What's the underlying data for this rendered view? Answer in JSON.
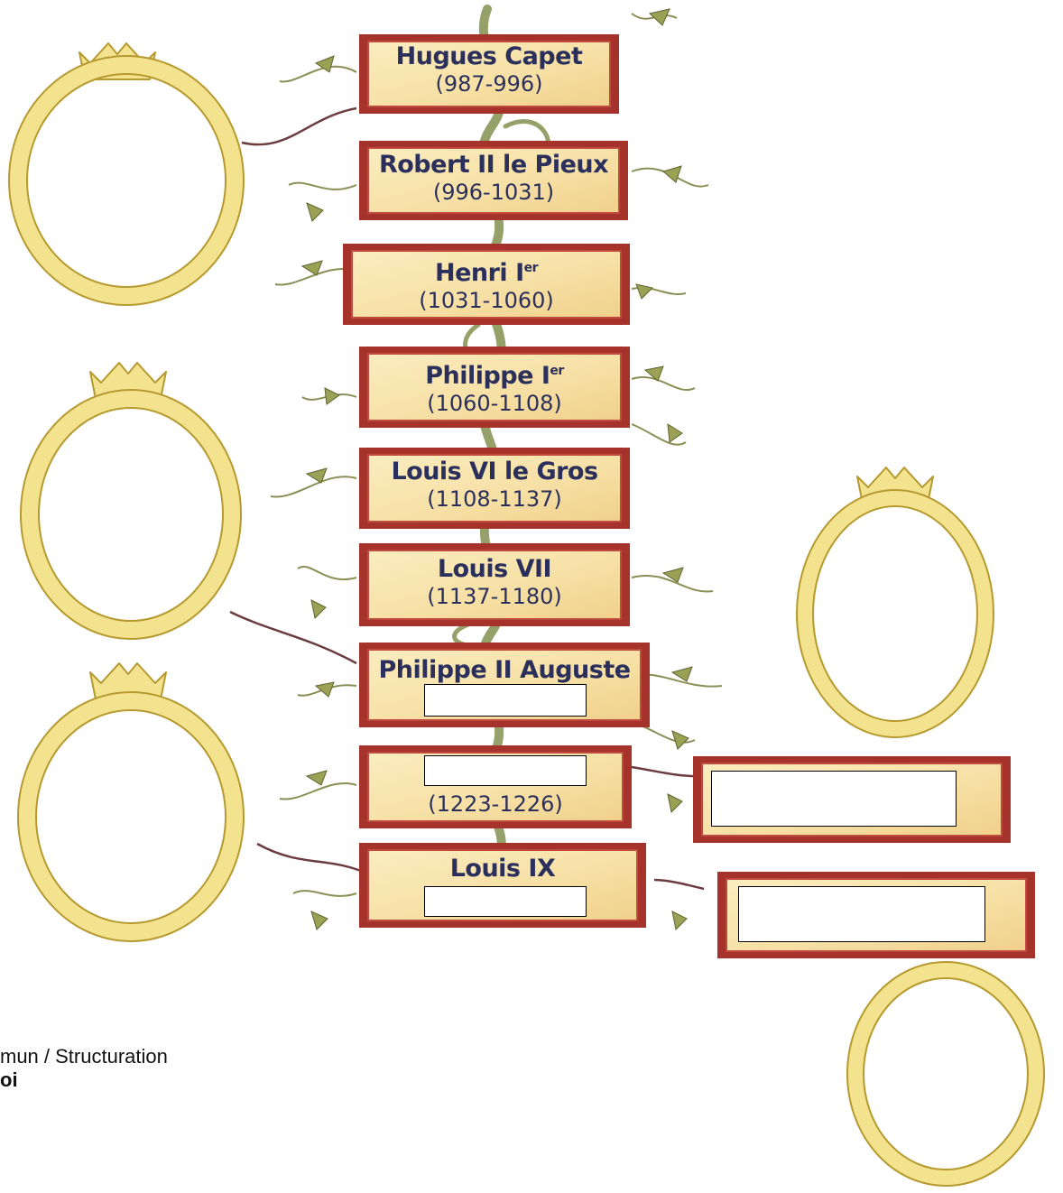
{
  "kings": [
    {
      "name": "Hugues Capet",
      "dates": "(987-996)"
    },
    {
      "name": "Robert II le Pieux",
      "dates": "(996-1031)"
    },
    {
      "name": "Henri I",
      "sup": "er",
      "dates": "(1031-1060)"
    },
    {
      "name": "Philippe I",
      "sup": "er",
      "dates": "(1060-1108)"
    },
    {
      "name": "Louis VI le Gros",
      "dates": "(1108-1137)"
    },
    {
      "name": "Louis VII",
      "dates": "(1137-1180)"
    },
    {
      "name": "Philippe II Auguste",
      "dates": ""
    },
    {
      "name": "",
      "dates": "(1223-1226)"
    },
    {
      "name": "Louis IX",
      "dates": ""
    }
  ],
  "footer": {
    "line1": "mun / Structuration",
    "line2": "oi"
  },
  "colors": {
    "frame_gold": "#f3e38f",
    "frame_outline": "#b69a2f",
    "banner_border": "#a6322c",
    "banner_fill": "#f7e3ad",
    "vine": "#7d8a46",
    "leaf": "#9aa054",
    "text": "#2b2f5c"
  }
}
